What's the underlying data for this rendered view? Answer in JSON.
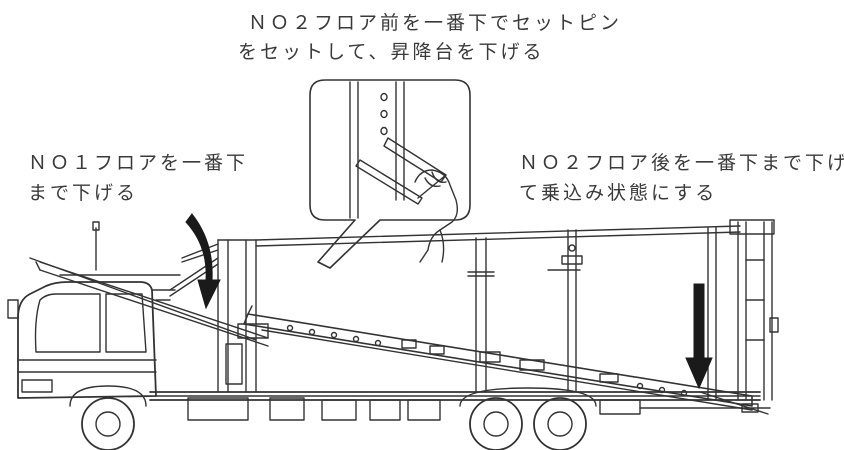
{
  "annotations": {
    "top_line1": "ＮＯ２フロア前を一番下でセットピン",
    "top_line2": "をセットして、昇降台を下げる",
    "left_line1": "ＮＯ１フロアを一番下",
    "left_line2": "まで下げる",
    "right_line1": "ＮＯ２フロア後を一番下まで下げ",
    "right_line2": "て乗込み状態にする"
  },
  "colors": {
    "line": "#333333",
    "text": "#3a3a3a",
    "arrow": "#1a1a1a"
  },
  "icons": [
    "down-arrow-icon",
    "down-arrow-icon"
  ]
}
